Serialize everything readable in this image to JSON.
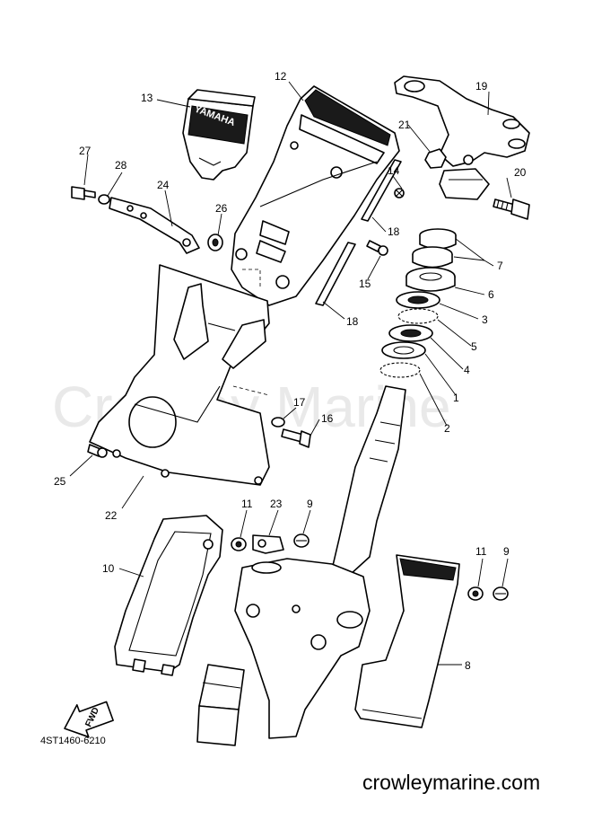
{
  "watermark": "Crowley Marine",
  "diagram_code": "4ST1460-6210",
  "footer_site": "crowleymarine.com",
  "cover_brand": "YAMAHA",
  "fwd_label": "FWD",
  "callouts": [
    "1",
    "2",
    "3",
    "4",
    "5",
    "6",
    "7",
    "8",
    "9",
    "9",
    "10",
    "11",
    "11",
    "12",
    "13",
    "14",
    "15",
    "16",
    "17",
    "18",
    "18",
    "19",
    "20",
    "21",
    "22",
    "23",
    "24",
    "25",
    "26",
    "27",
    "28"
  ]
}
